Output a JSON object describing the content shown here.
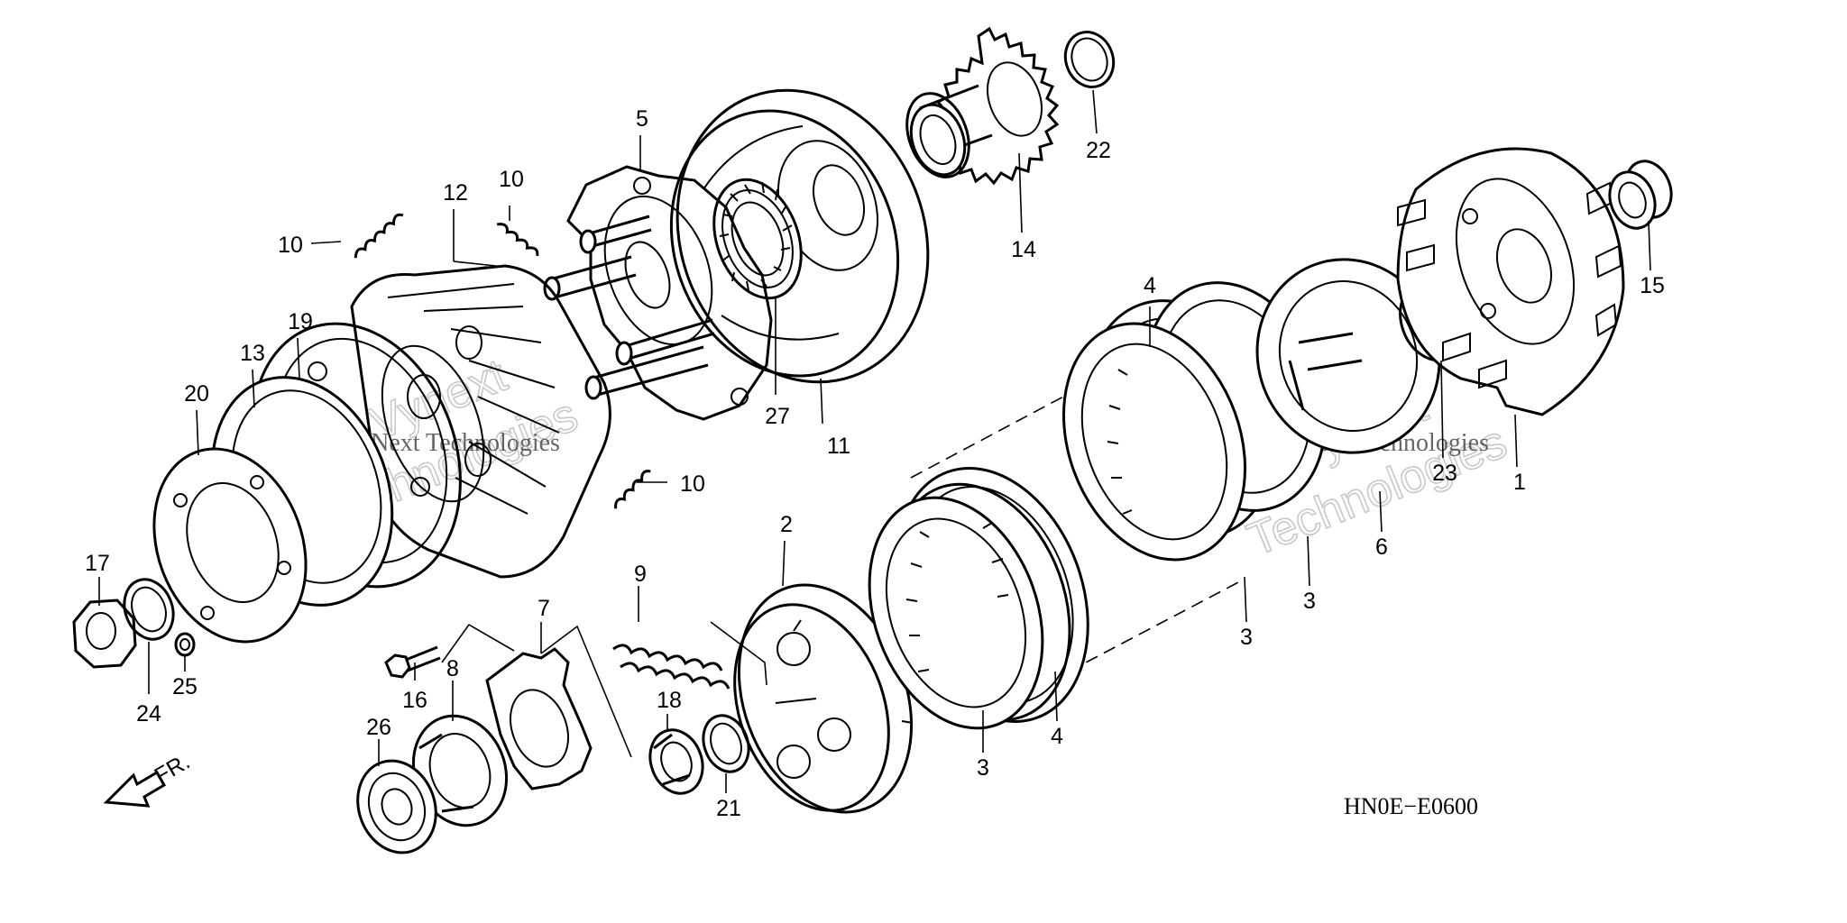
{
  "diagram": {
    "drawing_code": "HN0E−E0600",
    "direction_marker": "FR.",
    "watermark_line_1": "Vynext",
    "watermark_line_2": "Technologies",
    "watermark_small": "VyNext Technologies",
    "callouts": {
      "c1": "1",
      "c2": "2",
      "c3a": "3",
      "c3b": "3",
      "c3c": "3",
      "c4a": "4",
      "c4b": "4",
      "c5": "5",
      "c6": "6",
      "c7": "7",
      "c8": "8",
      "c9": "9",
      "c10a": "10",
      "c10b": "10",
      "c10c": "10",
      "c11": "11",
      "c12": "12",
      "c13": "13",
      "c14": "14",
      "c15": "15",
      "c16": "16",
      "c17": "17",
      "c18": "18",
      "c19": "19",
      "c20": "20",
      "c21": "21",
      "c22": "22",
      "c23": "23",
      "c24": "24",
      "c25": "25",
      "c26": "26",
      "c27": "27"
    }
  }
}
